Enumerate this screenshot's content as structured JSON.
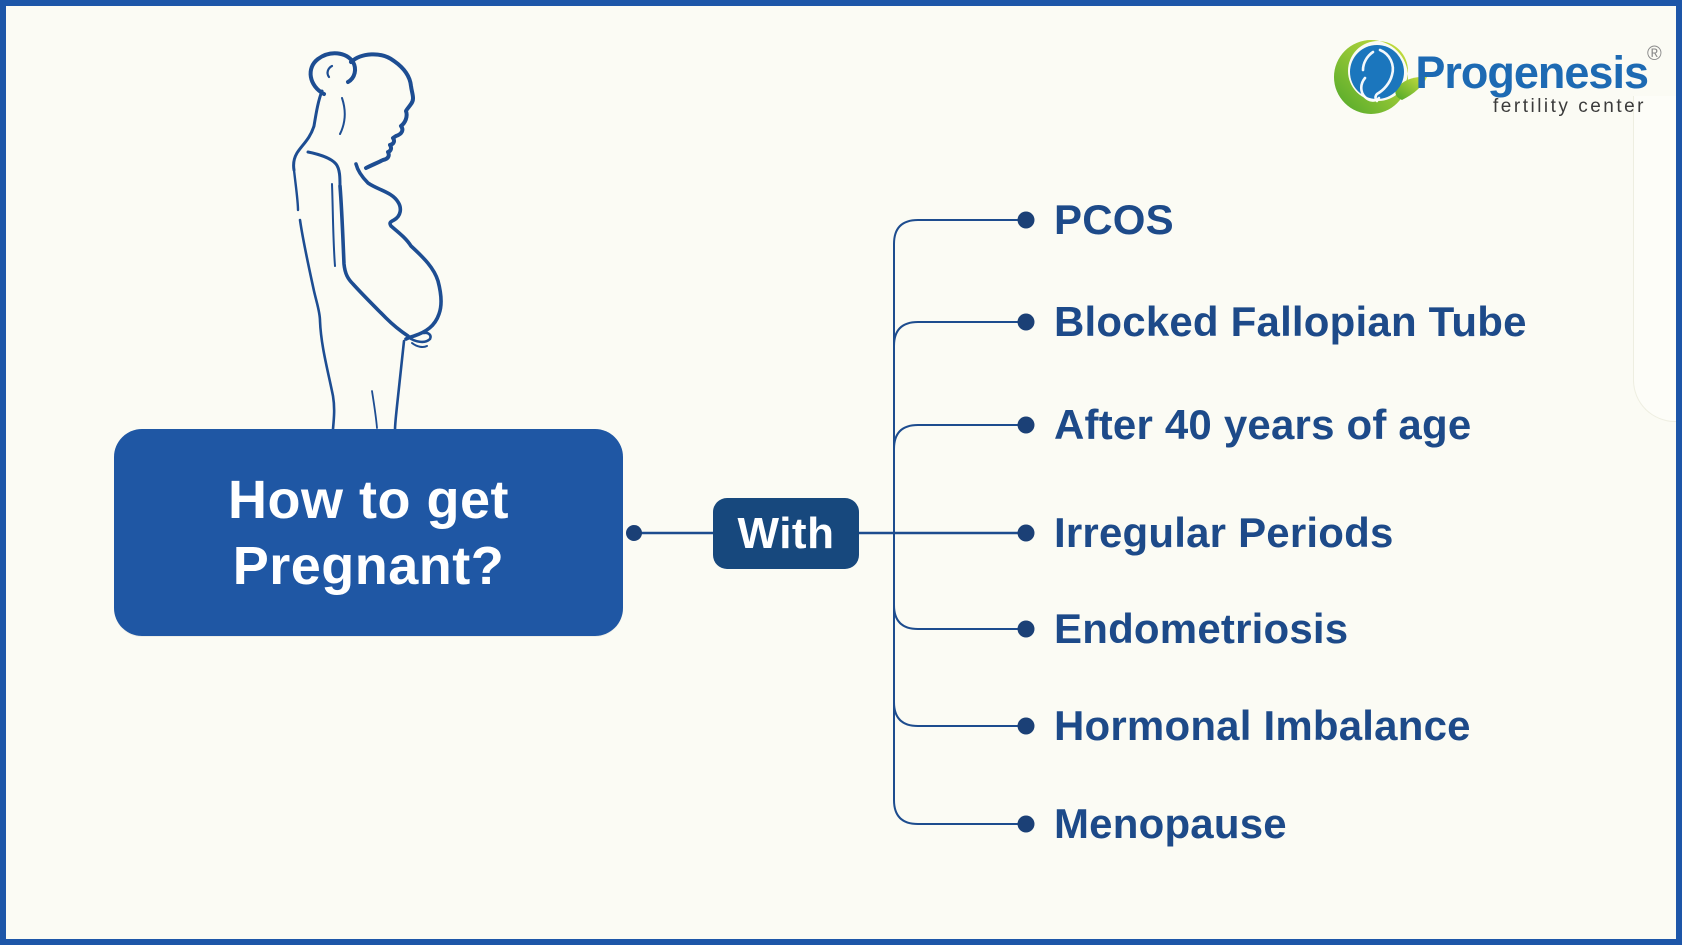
{
  "brand": {
    "name": "Progenesis",
    "tagline": "fertility center",
    "registered_mark": "®",
    "name_color": "#1d6ab3",
    "tagline_color": "#3b3b3b",
    "icon": "progenesis-crescent-leaf-faces-icon",
    "icon_green": "#6fb52f",
    "icon_blue": "#1b76bd"
  },
  "topic": {
    "line1": "How to get",
    "line2": "Pregnant?",
    "box_color": "#1f57a4",
    "text_color": "#ffffff"
  },
  "connector": {
    "label": "With",
    "box_color": "#17487d",
    "text_color": "#ffffff",
    "line_color": "#1d4c8e"
  },
  "items": [
    {
      "label": "PCOS"
    },
    {
      "label": "Blocked Fallopian Tube"
    },
    {
      "label": "After 40 years of age"
    },
    {
      "label": "Irregular Periods"
    },
    {
      "label": "Endometriosis"
    },
    {
      "label": "Hormonal Imbalance"
    },
    {
      "label": "Menopause"
    }
  ],
  "items_text_color": "#1d4a89",
  "illustration": {
    "name": "pregnant-woman-line-art",
    "stroke_color": "#1d4d92"
  },
  "page": {
    "background": "#fbfbf4",
    "frame_border_color": "#1d56a8"
  }
}
